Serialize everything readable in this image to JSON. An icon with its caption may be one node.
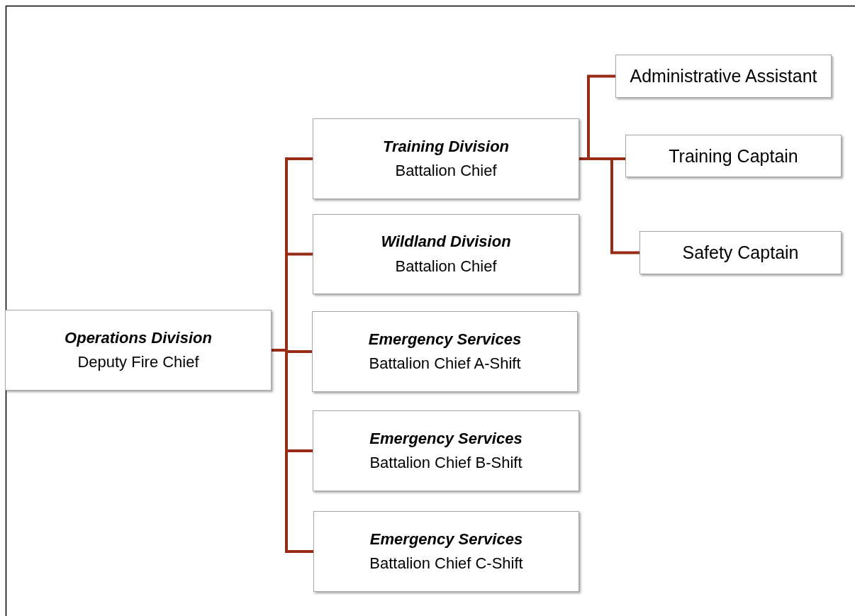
{
  "diagram": {
    "nodes": [
      {
        "text": [
          "Operations Division",
          "Deputy Fire Chief"
        ]
      },
      {
        "text": [
          "Training Division",
          "Battalion Chief"
        ]
      },
      {
        "text": [
          "Wildland Division",
          "Battalion Chief"
        ]
      },
      {
        "text": [
          "Emergency Services",
          "Battalion Chief A-Shift"
        ]
      },
      {
        "text": [
          "Emergency Services",
          "Battalion Chief B-Shift"
        ]
      },
      {
        "text": [
          "Emergency Services",
          "Battalion Chief C-Shift"
        ]
      },
      {
        "text": [
          "Administrative Assistant"
        ]
      },
      {
        "text": [
          "Training Captain"
        ]
      },
      {
        "text": [
          "Safety Captain"
        ]
      }
    ],
    "edges": [
      {
        "from": 0,
        "to": 1,
        "arrow": "none"
      },
      {
        "from": 0,
        "to": 2,
        "arrow": "none"
      },
      {
        "from": 0,
        "to": 3,
        "arrow": "none"
      },
      {
        "from": 0,
        "to": 4,
        "arrow": "none"
      },
      {
        "from": 0,
        "to": 5,
        "arrow": "none"
      },
      {
        "from": 1,
        "to": 6,
        "arrow": "none"
      },
      {
        "from": 1,
        "to": 7,
        "arrow": "none"
      },
      {
        "from": 1,
        "to": 8,
        "arrow": "none"
      }
    ]
  }
}
